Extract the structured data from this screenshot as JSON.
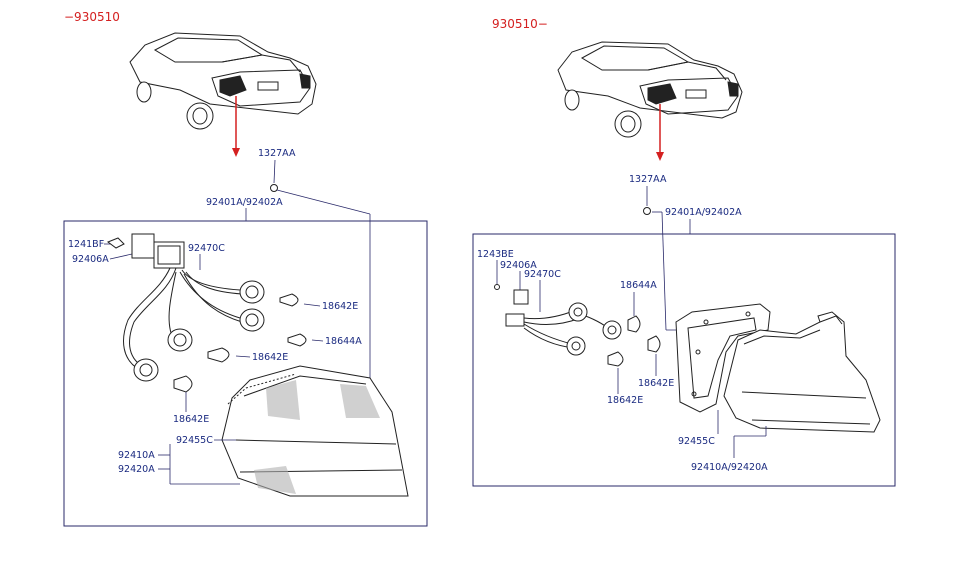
{
  "left": {
    "date": "−930510",
    "labels": {
      "screw": "1327AA",
      "lamp_assy": "92401A/92402A",
      "bulb_clip": "1241BF",
      "socket_holder": "92406A",
      "wiring": "92470C",
      "bulb_a": "18642E",
      "bulb_b": "18644A",
      "bulb_c": "18642E",
      "bulb_d": "18642E",
      "gasket": "92455C",
      "lens_1": "92410A",
      "lens_2": "92420A"
    }
  },
  "right": {
    "date": "930510−",
    "labels": {
      "screw": "1327AA",
      "lamp_assy": "92401A/92402A",
      "bulb_clip": "1243BE",
      "socket_holder": "92406A",
      "wiring": "92470C",
      "bulb_a": "18644A",
      "bulb_b": "18642E",
      "bulb_c": "18642E",
      "gasket": "92455C",
      "lens": "92410A/92420A"
    }
  },
  "colors": {
    "date": "#d42020",
    "arrow": "#d42020",
    "label": "#1a2a80",
    "line": "#2a2a6a"
  }
}
